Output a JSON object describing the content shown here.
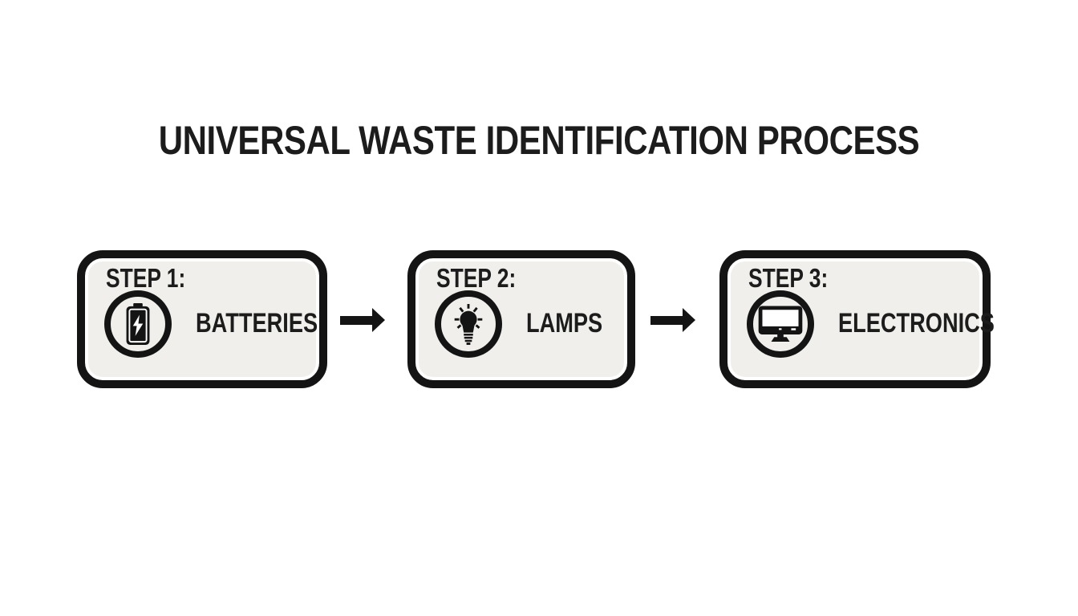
{
  "title": "UNIVERSAL WASTE IDENTIFICATION PROCESS",
  "steps": [
    {
      "step_label": "STEP 1:",
      "category": "BATTERIES",
      "icon": "battery-charging-icon"
    },
    {
      "step_label": "STEP 2:",
      "category": "LAMPS",
      "icon": "lightbulb-icon"
    },
    {
      "step_label": "STEP 3:",
      "category": "ELECTRONICS",
      "icon": "computer-monitor-icon"
    }
  ],
  "connectors": {
    "shape": "arrow-right",
    "count": 2
  },
  "colors": {
    "background": "#ffffff",
    "box_fill": "#f0efec",
    "box_inner_line": "#ffffff",
    "outline": "#141414",
    "text": "#1c1c1c"
  }
}
